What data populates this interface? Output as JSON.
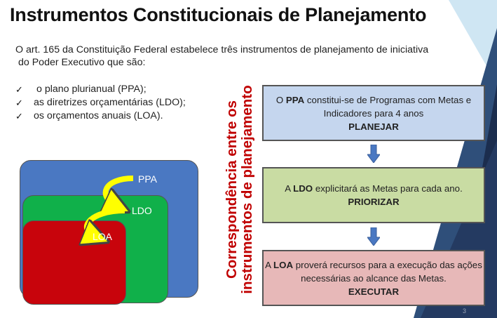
{
  "slide": {
    "title": "Instrumentos Constitucionais de Planejamento",
    "intro_line1": "O art. 165 da Constituição Federal estabelece três instrumentos de planejamento de iniciativa",
    "intro_line2": "do Poder Executivo que são:",
    "checklist": [
      "o plano plurianual (PPA);",
      "as diretrizes orçamentárias (LDO);",
      "os orçamentos anuais (LOA)."
    ],
    "check_symbol": "✓",
    "page_number": "3"
  },
  "diagram": {
    "ppa_label": "PPA",
    "ldo_label": "LDO",
    "loa_label": "LOA",
    "colors": {
      "ppa": "#4a78c2",
      "ldo": "#10b04a",
      "loa": "#c8040c",
      "arrow": "#ffff00"
    }
  },
  "vertical_title": {
    "line1": "Correspondência entre os",
    "line2": "instrumentos de planejamento"
  },
  "flow": [
    {
      "pre": "O ",
      "bold": "PPA",
      "post": " constitui-se de Programas com Metas e Indicadores para 4 anos",
      "action": "PLANEJAR"
    },
    {
      "pre": "A ",
      "bold": "LDO",
      "post": " explicitará as Metas para cada ano.",
      "action": "PRIORIZAR"
    },
    {
      "pre": "A ",
      "bold": "LOA",
      "post": " proverá recursos para a execução das ações necessárias ao alcance das Metas.",
      "action": "EXECUTAR"
    }
  ]
}
